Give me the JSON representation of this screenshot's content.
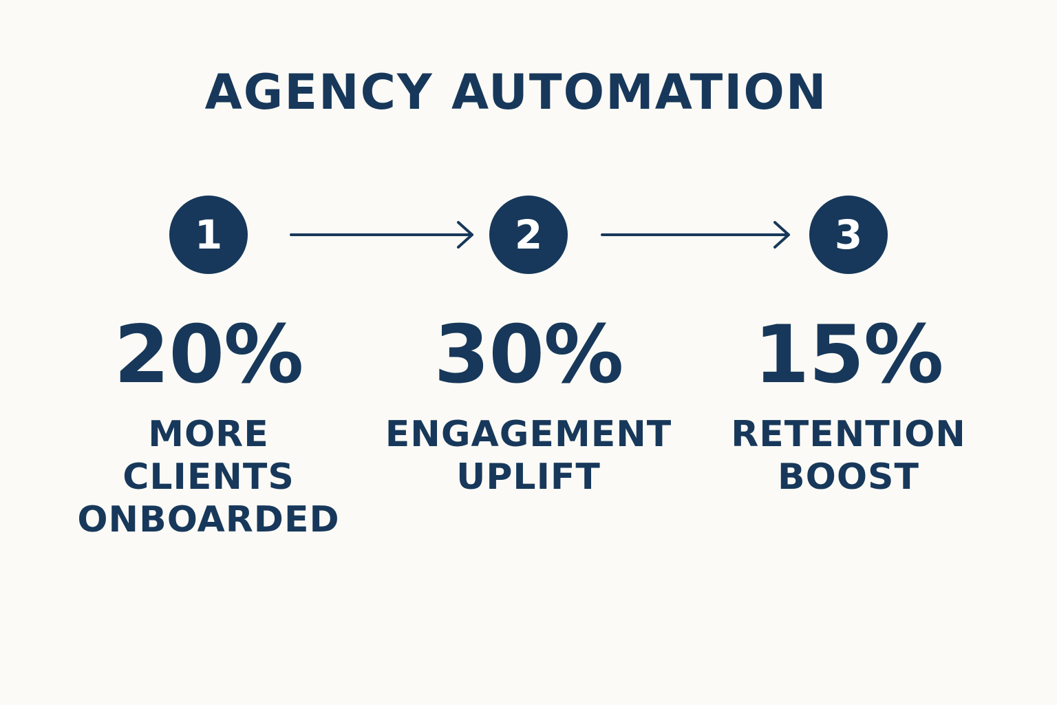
{
  "title": "AGENCY AUTOMATION",
  "colors": {
    "background": "#fcfaf6",
    "primary": "#17385a",
    "circle_text": "#ffffff"
  },
  "steps": [
    {
      "number": "1",
      "value": "20%",
      "label_lines": [
        "MORE",
        "CLIENTS",
        "ONBOARDED"
      ]
    },
    {
      "number": "2",
      "value": "30%",
      "label_lines": [
        "ENGAGEMENT",
        "UPLIFT"
      ]
    },
    {
      "number": "3",
      "value": "15%",
      "label_lines": [
        "RETENTION",
        "BOOST"
      ]
    }
  ],
  "connectors": [
    {
      "from": "1",
      "to": "2",
      "icon": "arrow-right-icon"
    },
    {
      "from": "2",
      "to": "3",
      "icon": "arrow-right-icon"
    }
  ]
}
